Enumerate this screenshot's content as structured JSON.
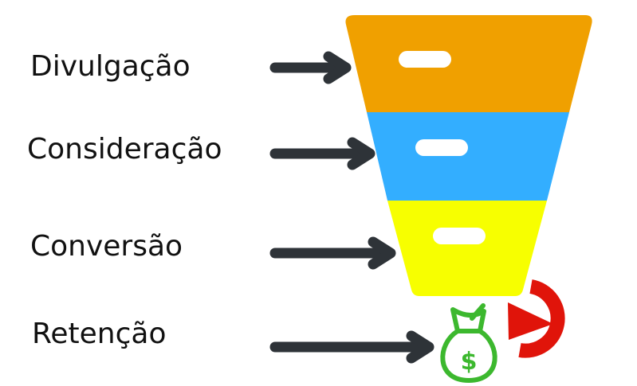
{
  "stages": [
    {
      "label": "Divulgação",
      "color": "#F0A000"
    },
    {
      "label": "Consideração",
      "color": "#33AEFF"
    },
    {
      "label": "Conversão",
      "color": "#F7FF00"
    },
    {
      "label": "Retenção"
    }
  ],
  "arrow_color": "#2E3338",
  "money_bag": {
    "icon": "money-bag-icon",
    "symbol": "$",
    "color": "#3CB82E"
  },
  "retention_loop": {
    "icon": "circular-arrow-icon",
    "color": "#E0140A"
  }
}
